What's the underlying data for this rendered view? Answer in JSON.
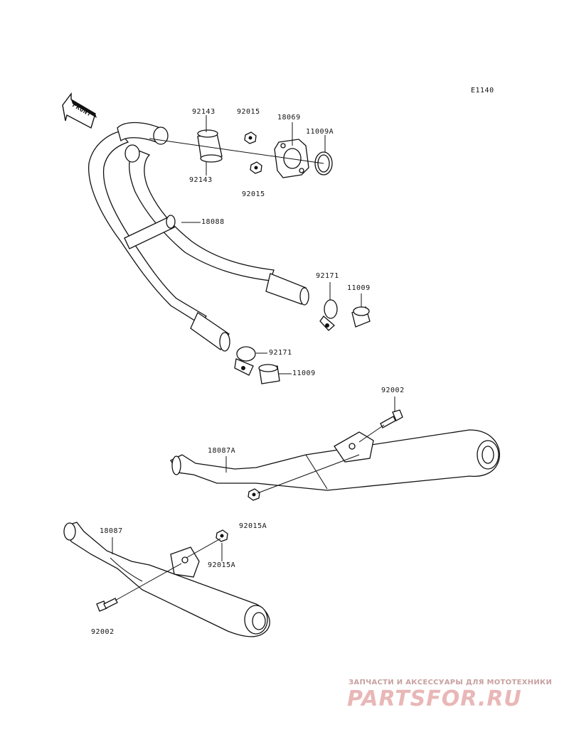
{
  "diagram_code": "E1140",
  "front_label": "FRONT",
  "part_labels": {
    "p92143_top": "92143",
    "p92015_top": "92015",
    "p18069": "18069",
    "p11009A": "11009A",
    "p92143_bottom": "92143",
    "p92015_bottom": "92015",
    "p18088": "18088",
    "p92171_upper": "92171",
    "p11009_upper": "11009",
    "p92171_lower": "92171",
    "p11009_lower": "11009",
    "p92002_top": "92002",
    "p18087A": "18087A",
    "p92015A_upper": "92015A",
    "p18087": "18087",
    "p92015A_lower": "92015A",
    "p92002_bottom": "92002"
  },
  "watermark": {
    "subtitle": "ЗАПЧАСТИ И АКСЕССУАРЫ ДЛЯ МОТОТЕХНИКИ",
    "logo": "PARTSFOR.RU"
  }
}
